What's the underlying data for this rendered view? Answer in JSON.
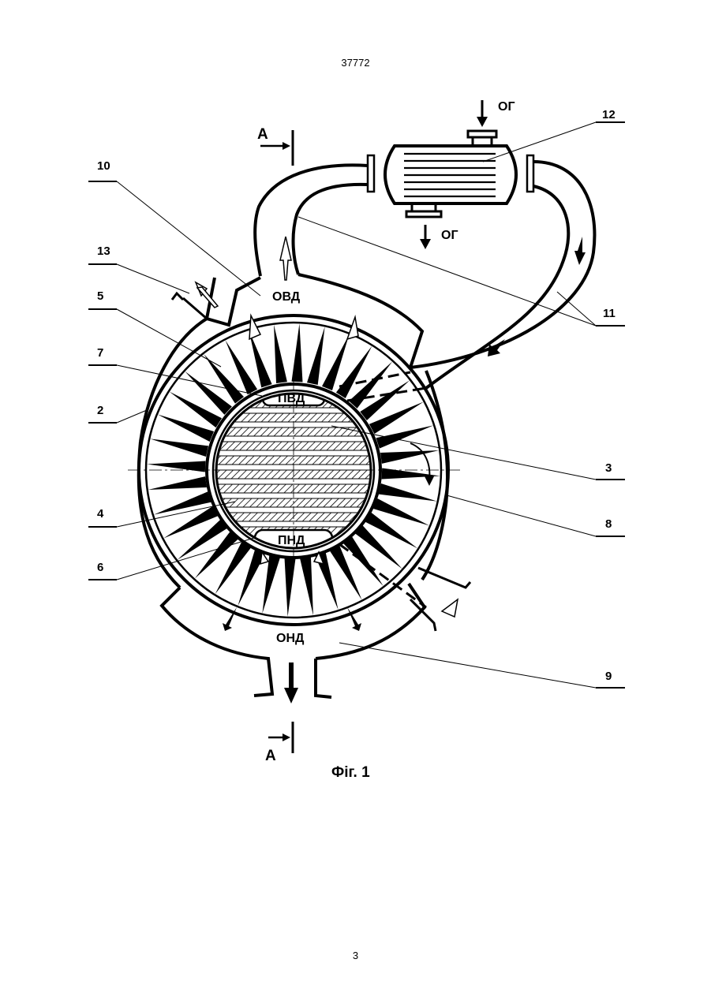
{
  "header": {
    "doc_number": "37772"
  },
  "footer": {
    "page_number": "3"
  },
  "figure": {
    "caption": "Фіг. 1",
    "section_mark": "А",
    "reference_numerals": [
      "2",
      "3",
      "4",
      "5",
      "6",
      "7",
      "8",
      "9",
      "10",
      "11",
      "12",
      "13"
    ],
    "zones": {
      "pvd": "ПВД",
      "pnd": "ПНД",
      "ovd": "ОВД",
      "ond": "ОНД"
    },
    "exhaust_gas_in": "ОГ",
    "exhaust_gas_out": "ОГ"
  }
}
